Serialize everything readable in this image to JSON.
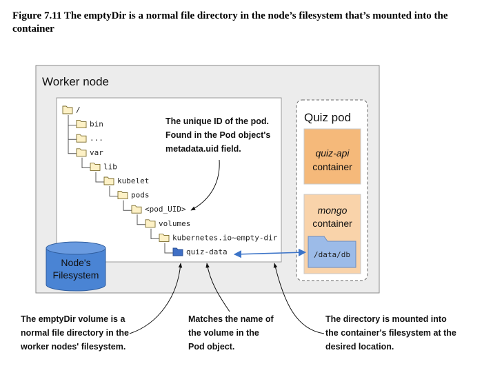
{
  "caption": "Figure 7.11 The emptyDir is a normal file directory in the node’s filesystem that’s mounted into the container",
  "worker_node_label": "Worker node",
  "tree": [
    {
      "label": "/",
      "depth": 0,
      "open": true
    },
    {
      "label": "bin",
      "depth": 1,
      "open": false
    },
    {
      "label": "...",
      "depth": 1,
      "open": false
    },
    {
      "label": "var",
      "depth": 1,
      "open": true
    },
    {
      "label": "lib",
      "depth": 2,
      "open": true
    },
    {
      "label": "kubelet",
      "depth": 3,
      "open": true
    },
    {
      "label": "pods",
      "depth": 4,
      "open": true
    },
    {
      "label": "<pod_UID>",
      "depth": 5,
      "open": true
    },
    {
      "label": "volumes",
      "depth": 6,
      "open": true
    },
    {
      "label": "kubernetes.io~empty-dir",
      "depth": 7,
      "open": true
    },
    {
      "label": "quiz-data",
      "depth": 8,
      "open": true,
      "highlight": true
    }
  ],
  "pod_uid_note": [
    "The unique ID of the pod.",
    "Found in the Pod object's",
    "metadata.uid field."
  ],
  "quiz_pod_label": "Quiz pod",
  "quiz_api": {
    "name": "quiz-api",
    "sub": "container"
  },
  "mongo": {
    "name": "mongo",
    "sub": "container",
    "mount_path": "/data/db"
  },
  "filesystem": [
    "Node's",
    "Filesystem"
  ],
  "bottom_notes": {
    "left": [
      "The emptyDir volume is a",
      "normal file directory in the",
      "worker nodes' filesystem."
    ],
    "middle": [
      "Matches the name of",
      "the volume in the",
      "Pod object."
    ],
    "right": [
      "The directory is mounted into",
      "the container's filesystem at the",
      "desired location."
    ]
  },
  "colors": {
    "folder_fill": "#fdf1c6",
    "folder_stroke": "#7a6a2a",
    "highlight_folder": "#3f6fc5",
    "orange_box": "#f5b97a",
    "orange_light": "#f9d3aa",
    "blue_folder": "#9cbbe8",
    "cylinder": "#4a84d4",
    "arrow": "#3c74c8"
  }
}
